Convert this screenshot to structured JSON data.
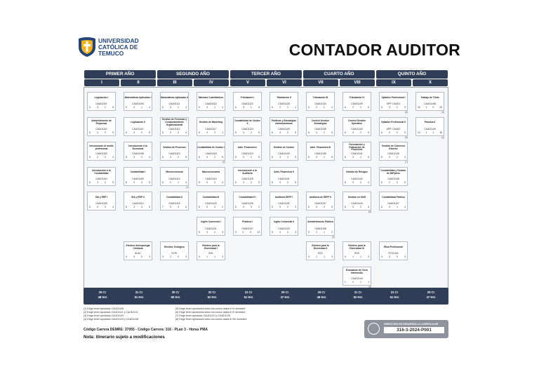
{
  "university": {
    "line1": "UNIVERSIDAD",
    "line2": "CATÓLICA DE",
    "line3": "TEMUCO"
  },
  "title": "CONTADOR AUDITOR",
  "years": [
    "PRIMER AÑO",
    "SEGUNDO AÑO",
    "TERCER AÑO",
    "CUARTO AÑO",
    "QUINTO AÑO"
  ],
  "semesters": [
    "I",
    "II",
    "III",
    "IV",
    "V",
    "VI",
    "VII",
    "VIII",
    "IX",
    "X"
  ],
  "courses": [
    {
      "col": 0,
      "row": 0,
      "name": "Legislación I",
      "code": "CAUD1101",
      "nums": [
        "6",
        "3",
        "2",
        "5"
      ]
    },
    {
      "col": 1,
      "row": 0,
      "name": "Matemáticas Aplicadas I",
      "code": "CAUD1106",
      "nums": [
        "5",
        "3",
        "1",
        "4"
      ]
    },
    {
      "col": 2,
      "row": 0,
      "name": "Matemáticas Aplicadas II",
      "code": "CAUD1111",
      "nums": [
        "5",
        "3",
        "1",
        "4"
      ]
    },
    {
      "col": 3,
      "row": 0,
      "name": "Métodos Cuantitativos",
      "code": "CAUD1116",
      "nums": [
        "5",
        "3",
        "1",
        "4"
      ]
    },
    {
      "col": 4,
      "row": 0,
      "name": "Tributación I",
      "code": "CAUD1122",
      "nums": [
        "6",
        "3",
        "2",
        "5"
      ]
    },
    {
      "col": 5,
      "row": 0,
      "name": "Tributación II",
      "code": "CAUD1128",
      "nums": [
        "6",
        "2",
        "2",
        "4"
      ]
    },
    {
      "col": 6,
      "row": 0,
      "name": "Tributación III",
      "code": "CAUD1134",
      "nums": [
        "6",
        "2",
        "2",
        "4"
      ]
    },
    {
      "col": 7,
      "row": 0,
      "name": "Tributación IV",
      "code": "CAUD1139",
      "nums": [
        "6",
        "2",
        "2",
        "6"
      ]
    },
    {
      "col": 8,
      "row": 0,
      "name": "Optativo Profesional I",
      "code": "OPP. CAUD1",
      "nums": [
        "6",
        "3",
        "2",
        "5"
      ]
    },
    {
      "col": 9,
      "row": 0,
      "name": "Trabajo de Título",
      "code": "CAUD1148",
      "nums": [
        "15",
        "2",
        "0",
        "20"
      ]
    },
    {
      "col": 0,
      "row": 1,
      "name": "Administración de Empresas",
      "code": "CAUD1102",
      "nums": [
        "6",
        "3",
        "2",
        "5"
      ]
    },
    {
      "col": 1,
      "row": 1,
      "name": "Legislación II",
      "code": "CAUD1107",
      "nums": [
        "6",
        "3",
        "2",
        "5"
      ]
    },
    {
      "col": 2,
      "row": 1,
      "name": "Gestión de Personas y Comportamiento Organizacional",
      "code": "CAUD1112",
      "nums": [
        "6",
        "3",
        "2",
        "4"
      ]
    },
    {
      "col": 3,
      "row": 1,
      "name": "Gestión de Marketing",
      "code": "CAUD1117",
      "nums": [
        "5",
        "3",
        "2",
        "1"
      ]
    },
    {
      "col": 4,
      "row": 1,
      "name": "Contabilidad de Costos II",
      "code": "CAUD1123",
      "nums": [
        "6",
        "3",
        "2",
        "5"
      ]
    },
    {
      "col": 5,
      "row": 1,
      "name": "Políticas y Estrategias Administrativas",
      "code": "CAUD1129",
      "nums": [
        "6",
        "3",
        "2",
        "5"
      ]
    },
    {
      "col": 6,
      "row": 1,
      "name": "Control Gestión Estratégica",
      "code": "CAUD1135",
      "nums": [
        "6",
        "3",
        "2",
        "5"
      ]
    },
    {
      "col": 7,
      "row": 1,
      "name": "Control Gestión Operativo",
      "code": "CAUD1140",
      "nums": [
        "6",
        "3",
        "2",
        "5"
      ]
    },
    {
      "col": 8,
      "row": 1,
      "name": "Optativo Profesional II",
      "code": "OPP. CAUD2",
      "nums": [
        "6",
        "3",
        "2",
        "5"
      ]
    },
    {
      "col": 9,
      "row": 1,
      "name": "Práctica II",
      "code": "CAUD1149",
      "nums": [
        "10",
        "1",
        "1",
        "16"
      ]
    },
    {
      "col": 0,
      "row": 2,
      "name": "Introducción al medio profesional",
      "code": "CAUD1103",
      "nums": [
        "6",
        "2",
        "2",
        "4"
      ]
    },
    {
      "col": 1,
      "row": 2,
      "name": "Introducción a la Economía",
      "code": "CAUD1108",
      "nums": [
        "5",
        "3",
        "2",
        "4"
      ]
    },
    {
      "col": 2,
      "row": 2,
      "name": "Gestión de Procesos",
      "code": "CAUD1113",
      "nums": [
        "6",
        "3",
        "2",
        "5"
      ]
    },
    {
      "col": 3,
      "row": 2,
      "name": "Contabilidad de Costos I",
      "code": "CAUD1118",
      "nums": [
        "6",
        "3",
        "2",
        "5"
      ]
    },
    {
      "col": 4,
      "row": 2,
      "name": "Adm. Financiera I",
      "code": "CAUD1124",
      "nums": [
        "5",
        "3",
        "2",
        "5"
      ]
    },
    {
      "col": 5,
      "row": 2,
      "name": "Gestión de Costos",
      "code": "CAUD1130",
      "nums": [
        "6",
        "3",
        "2",
        "5"
      ]
    },
    {
      "col": 6,
      "row": 2,
      "name": "Adm. Financiera III",
      "code": "CAUD1136",
      "nums": [
        "6",
        "3",
        "2",
        "5"
      ]
    },
    {
      "col": 7,
      "row": 2,
      "name": "Formulación y Evaluación de Proyectos",
      "code": "CAUD1141",
      "nums": [
        "6",
        "3",
        "2",
        "5"
      ]
    },
    {
      "col": 8,
      "row": 2,
      "name": "Gestión de Comercio Exterior",
      "code": "CAUD1145",
      "nums": [
        "6",
        "3",
        "2",
        "4"
      ]
    },
    {
      "col": 0,
      "row": 3,
      "name": "Introducción a la Contabilidad",
      "code": "CAUD1104",
      "nums": [
        "6",
        "3",
        "2",
        "5"
      ]
    },
    {
      "col": 1,
      "row": 3,
      "name": "Contabilidad I",
      "code": "CAUD1109",
      "nums": [
        "6",
        "3",
        "2",
        "5"
      ]
    },
    {
      "col": 2,
      "row": 3,
      "name": "Microeconomía",
      "code": "CAUD1114",
      "nums": [
        "6",
        "2",
        "1",
        "4"
      ]
    },
    {
      "col": 3,
      "row": 3,
      "name": "Macroeconomía",
      "code": "CAUD1119",
      "nums": [
        "5",
        "3",
        "2",
        "4"
      ]
    },
    {
      "col": 4,
      "row": 3,
      "name": "Introducción a la Auditoría",
      "code": "CAUD1125",
      "nums": [
        "5",
        "3",
        "2",
        "5"
      ]
    },
    {
      "col": 5,
      "row": 3,
      "name": "Adm. Financiera II",
      "code": "CAUD1131",
      "nums": [
        "6",
        "3",
        "2",
        "5"
      ]
    },
    {
      "col": 7,
      "row": 3,
      "name": "Gestión de Riesgos",
      "code": "CAUD1142",
      "nums": [
        "6",
        "3",
        "2",
        "4"
      ]
    },
    {
      "col": 8,
      "row": 3,
      "name": "Contabilidad y Gestión de MiPymes",
      "code": "CAUD1146",
      "nums": [
        "6",
        "2",
        "2",
        "6"
      ]
    },
    {
      "col": 0,
      "row": 4,
      "name": "SIA y ERP I",
      "code": "CAUD1105",
      "nums": [
        "6",
        "3",
        "3",
        "4"
      ]
    },
    {
      "col": 1,
      "row": 4,
      "name": "SIA y ERP II",
      "code": "CAUD1110",
      "nums": [
        "6",
        "3",
        "3",
        "5"
      ]
    },
    {
      "col": 2,
      "row": 4,
      "name": "Contabilidad II",
      "code": "CAUD1115",
      "nums": [
        "7",
        "3",
        "3",
        "6"
      ]
    },
    {
      "col": 3,
      "row": 4,
      "name": "Contabilidad III",
      "code": "CAUD1120",
      "nums": [
        "6",
        "3",
        "3",
        "2"
      ]
    },
    {
      "col": 4,
      "row": 4,
      "name": "Contabilidad IV",
      "code": "CAUD1126",
      "nums": [
        "5",
        "3",
        "3",
        "2"
      ]
    },
    {
      "col": 5,
      "row": 4,
      "name": "Auditoría EEFF I",
      "code": "CAUD1132",
      "nums": [
        "5",
        "3",
        "2",
        "3"
      ]
    },
    {
      "col": 6,
      "row": 4,
      "name": "Auditoría de EEFF II",
      "code": "CAUD1137",
      "nums": [
        "6",
        "3",
        "2",
        "5"
      ]
    },
    {
      "col": 7,
      "row": 4,
      "name": "Gestión en ONG",
      "code": "CAUD1143",
      "nums": [
        "6",
        "3",
        "2",
        "4"
      ]
    },
    {
      "col": 8,
      "row": 4,
      "name": "Contabilidad Pública",
      "code": "CAUD1147",
      "nums": [
        "5",
        "3",
        "1",
        "4"
      ]
    },
    {
      "col": 3,
      "row": 5,
      "name": "Inglés Comercial I",
      "code": "CAUD1121",
      "nums": [
        "5",
        "3",
        "2",
        "3"
      ]
    },
    {
      "col": 4,
      "row": 5,
      "name": "Práctica I",
      "code": "CAUD1127",
      "nums": [
        "3",
        "0",
        "3",
        "12"
      ]
    },
    {
      "col": 5,
      "row": 5,
      "name": "Inglés Comercial II",
      "code": "CAUD1133",
      "nums": [
        "5",
        "3",
        "2",
        "3"
      ]
    },
    {
      "col": 6,
      "row": 5,
      "name": "Administración Pública",
      "code": "CAUD1138",
      "nums": [
        "3",
        "2",
        "1",
        "2"
      ]
    },
    {
      "col": 1,
      "row": 6,
      "name": "Electivo Antropología Cristiana",
      "code": "ELAC",
      "nums": [
        "3",
        "3",
        "0",
        "3"
      ]
    },
    {
      "col": 2,
      "row": 6,
      "name": "Electivo Teológico",
      "code": "ELTE",
      "nums": [
        "3",
        "2",
        "0",
        "3"
      ]
    },
    {
      "col": 3,
      "row": 6,
      "name": "Electivo para la Diversidad I",
      "code": "ED1",
      "nums": [
        "3",
        "1",
        "1",
        "3"
      ]
    },
    {
      "col": 6,
      "row": 6,
      "name": "Electivo para la Diversidad II",
      "code": "ED2",
      "nums": [
        "3",
        "1",
        "1",
        "3"
      ]
    },
    {
      "col": 7,
      "row": 6,
      "name": "Electivo para la Diversidad III",
      "code": "ED3",
      "nums": [
        "3",
        "1",
        "1",
        "3"
      ]
    },
    {
      "col": 8,
      "row": 6,
      "name": "Ética Profesional",
      "code": "ETCL415",
      "nums": [
        "3",
        "3",
        "0",
        "3"
      ]
    },
    {
      "col": 7,
      "row": 7,
      "name": "Evaluación de Ciclo Intermedio",
      "code": "CAUD1144",
      "nums": [
        "1",
        "0",
        "1",
        "1"
      ]
    }
  ],
  "markers": [
    {
      "col": 9,
      "row": 0,
      "text": "(4)"
    },
    {
      "col": 9,
      "row": 1,
      "text": "(4)"
    },
    {
      "col": 8,
      "row": 0,
      "text": "(8)"
    },
    {
      "col": 8,
      "row": 1,
      "text": "(8)"
    },
    {
      "col": 8,
      "row": 2,
      "text": "(7)"
    },
    {
      "col": 2,
      "row": 3,
      "text": "(1)"
    },
    {
      "col": 3,
      "row": 2,
      "text": "(2)"
    },
    {
      "col": 7,
      "row": 4,
      "text": "(6)"
    },
    {
      "col": 6,
      "row": 5,
      "text": "(3)"
    },
    {
      "col": 7,
      "row": 7,
      "text": "(5)"
    }
  ],
  "totals": [
    {
      "cr": "29 Cr",
      "hrs": "48 Hrs"
    },
    {
      "cr": "31 Cr",
      "hrs": "51 Hrs"
    },
    {
      "cr": "30 Cr",
      "hrs": "50 Hrs"
    },
    {
      "cr": "32 Cr",
      "hrs": "52 Hrs"
    },
    {
      "cr": "31 Cr",
      "hrs": "51 Hrs"
    },
    {
      "cr": "29 Cr",
      "hrs": "47 Hrs"
    },
    {
      "cr": "29 Cr",
      "hrs": "48 Hrs"
    },
    {
      "cr": "31 Cr",
      "hrs": "52 Hrs"
    },
    {
      "cr": "31 Cr",
      "hrs": "51 Hrs"
    },
    {
      "cr": "29 Cr",
      "hrs": "47 Hrs"
    }
  ],
  "footnotes_left": [
    "(1)  Exige tener aprobado CAUD1106",
    "(2)  Exige tener aprobado CAUD1111 y CAUD1115",
    "(3)  Exige tener aprobado CAUD1129",
    "(4)  Exige tener aprobado CAUD1129 y CAUD1136"
  ],
  "footnotes_right": [
    "(5)  Exige tener aprobados todos los cursos hasta el VI semestre",
    "(6)  Exige tener aprobados todos los cursos hasta el VI semestre",
    "(7)  Exige tener aprobado CAUD1121 y CAUD1133",
    "(8)  Exige tener aprobados todos los cursos hasta el VIII semestre"
  ],
  "career_code": "Código Carrera DEMRE: 37055 - Código Carrera: 316 - PLan 3 - Horas PMA",
  "nota": "Nota: itinerario sujeto a modificaciones",
  "stamp": {
    "label": "DIRECCIÓN DE DESARROLLO CURRICULAR",
    "code": "316-3-2024-P001"
  },
  "colors": {
    "navy": "#2f3d56",
    "brand": "#23457a",
    "accent": "#f2b21c"
  }
}
